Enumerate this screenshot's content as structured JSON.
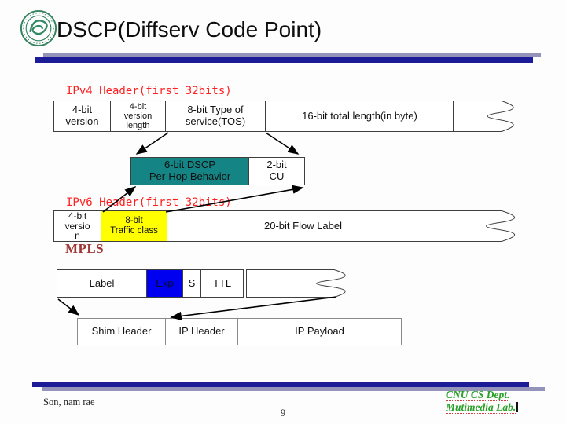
{
  "header": {
    "title": "DSCP(Diffserv Code Point)",
    "logo_icon": "university-seal-icon"
  },
  "ipv4": {
    "label": "IPv4 Header(first 32bits)",
    "fields": [
      {
        "text": "4-bit\nversion"
      },
      {
        "text": "4-bit\nversion\nlength"
      },
      {
        "text": "8-bit Type of\nservice(TOS)"
      },
      {
        "text": "16-bit total length(in byte)"
      }
    ]
  },
  "dscp_row": {
    "dscp": "6-bit DSCP\nPer-Hop Behavior",
    "cu": "2-bit\nCU"
  },
  "ipv6": {
    "label": "IPv6 Header(first 32bits)",
    "fields": [
      {
        "text": "4-bit\nversio\nn"
      },
      {
        "text": "8-bit\nTraffic class"
      },
      {
        "text": "20-bit Flow Label"
      }
    ]
  },
  "mpls": {
    "label": "MPLS",
    "fields": [
      {
        "text": "Label"
      },
      {
        "text": "Exp"
      },
      {
        "text": "S"
      },
      {
        "text": "TTL"
      }
    ]
  },
  "packet": {
    "fields": [
      {
        "text": "Shim Header"
      },
      {
        "text": "IP Header"
      },
      {
        "text": "IP Payload"
      }
    ]
  },
  "footer": {
    "author": "Son, nam rae",
    "page_number": "9",
    "dept_line1": "CNU CS Dept.",
    "dept_line2": "Mutimedia Lab."
  },
  "colors": {
    "dscp_teal": "#148484",
    "traffic_class_yellow": "#ffff00",
    "exp_blue": "#0000f0",
    "section_label_red": "#ff1f1f",
    "mpls_maroon": "#9f3535",
    "divider_navy": "#1c1c99",
    "divider_gray": "#9494bb",
    "dept_green": "#28a028"
  }
}
